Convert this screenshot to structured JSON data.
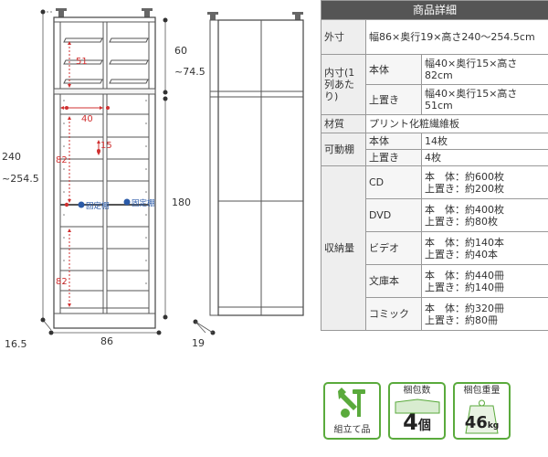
{
  "diagram": {
    "front": {
      "total_height": "240",
      "total_height_range": "~254.5",
      "extension_height": "60",
      "extension_height_range": "~74.5",
      "lower_height": "180",
      "width": "86",
      "depth_base": "16.5",
      "label_51": "51",
      "label_40": "40",
      "label_15": "15",
      "label_82a": "82",
      "label_82b": "82",
      "fixed_shelf_1": "固定棚",
      "fixed_shelf_2": "固定棚"
    },
    "side": {
      "depth": "19"
    }
  },
  "spec": {
    "header": "商品詳細",
    "rows": {
      "outer_label": "外寸",
      "outer_value": "幅86×奥行19×高さ240〜254.5cm",
      "inner_label": "内寸(1列あたり)",
      "inner_main_label": "本体",
      "inner_main_value": "幅40×奥行15×高さ82cm",
      "inner_top_label": "上置き",
      "inner_top_value": "幅40×奥行15×高さ51cm",
      "material_label": "材質",
      "material_value": "プリント化粧繊維板",
      "shelf_label": "可動棚",
      "shelf_main_label": "本体",
      "shelf_main_value": "14枚",
      "shelf_top_label": "上置き",
      "shelf_top_value": "4枚",
      "storage_label": "収納量",
      "storage": [
        {
          "type": "CD",
          "line1": "本　体：約600枚",
          "line2": "上置き：約200枚"
        },
        {
          "type": "DVD",
          "line1": "本　体：約400枚",
          "line2": "上置き：約80枚"
        },
        {
          "type": "ビデオ",
          "line1": "本　体：約140本",
          "line2": "上置き：約40本"
        },
        {
          "type": "文庫本",
          "line1": "本　体：約440冊",
          "line2": "上置き：約140冊"
        },
        {
          "type": "コミック",
          "line1": "本　体：約320冊",
          "line2": "上置き：約80冊"
        }
      ]
    }
  },
  "badges": {
    "assembly_label": "組立て品",
    "packages_title": "梱包数",
    "packages_value": "4",
    "packages_unit": "個",
    "weight_title": "梱包重量",
    "weight_value": "46",
    "weight_unit": "kg"
  },
  "colors": {
    "accent_green": "#5aaa3c",
    "header_gray": "#555555",
    "dimension_red": "#d03030",
    "fixed_shelf_blue": "#2a5aa8"
  }
}
